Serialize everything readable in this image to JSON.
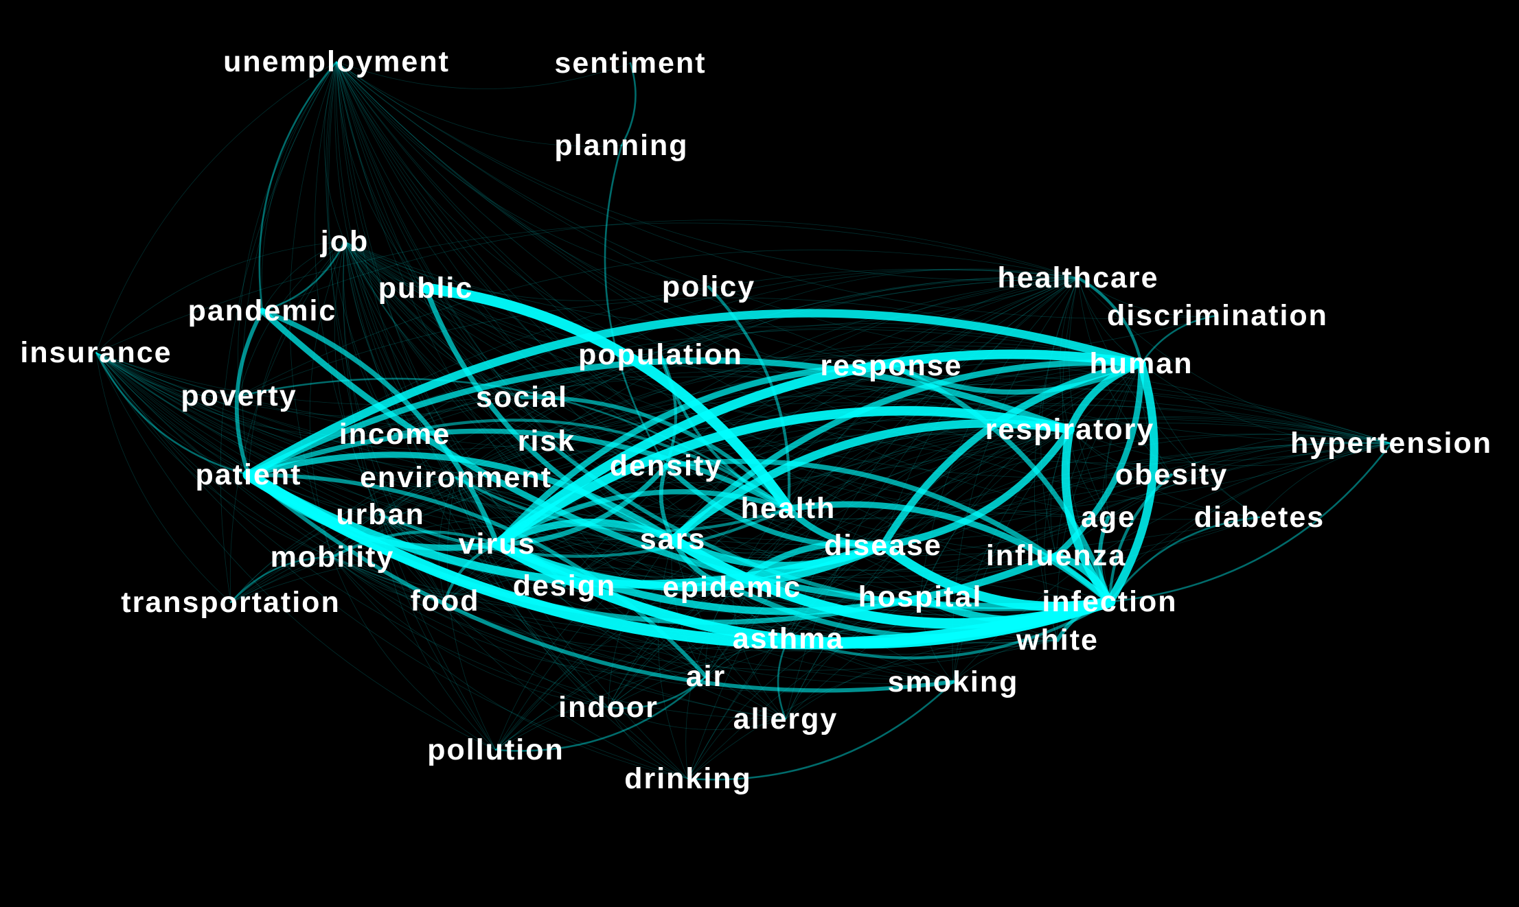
{
  "colors": {
    "background": "#000000",
    "edge": "#00ffff",
    "label": "#ffffff"
  },
  "network": {
    "nodes": [
      {
        "id": "unemployment",
        "label": "unemployment"
      },
      {
        "id": "sentiment",
        "label": "sentiment"
      },
      {
        "id": "planning",
        "label": "planning"
      },
      {
        "id": "job",
        "label": "job"
      },
      {
        "id": "public",
        "label": "public"
      },
      {
        "id": "policy",
        "label": "policy"
      },
      {
        "id": "healthcare",
        "label": "healthcare"
      },
      {
        "id": "pandemic",
        "label": "pandemic"
      },
      {
        "id": "discrimination",
        "label": "discrimination"
      },
      {
        "id": "insurance",
        "label": "insurance"
      },
      {
        "id": "population",
        "label": "population"
      },
      {
        "id": "response",
        "label": "response"
      },
      {
        "id": "human",
        "label": "human"
      },
      {
        "id": "poverty",
        "label": "poverty"
      },
      {
        "id": "social",
        "label": "social"
      },
      {
        "id": "respiratory",
        "label": "respiratory"
      },
      {
        "id": "income",
        "label": "income"
      },
      {
        "id": "risk",
        "label": "risk"
      },
      {
        "id": "hypertension",
        "label": "hypertension"
      },
      {
        "id": "density",
        "label": "density"
      },
      {
        "id": "patient",
        "label": "patient"
      },
      {
        "id": "environment",
        "label": "environment"
      },
      {
        "id": "obesity",
        "label": "obesity"
      },
      {
        "id": "health",
        "label": "health"
      },
      {
        "id": "urban",
        "label": "urban"
      },
      {
        "id": "age",
        "label": "age"
      },
      {
        "id": "diabetes",
        "label": "diabetes"
      },
      {
        "id": "sars",
        "label": "sars"
      },
      {
        "id": "virus",
        "label": "virus"
      },
      {
        "id": "disease",
        "label": "disease"
      },
      {
        "id": "mobility",
        "label": "mobility"
      },
      {
        "id": "influenza",
        "label": "influenza"
      },
      {
        "id": "design",
        "label": "design"
      },
      {
        "id": "epidemic",
        "label": "epidemic"
      },
      {
        "id": "transportation",
        "label": "transportation"
      },
      {
        "id": "food",
        "label": "food"
      },
      {
        "id": "hospital",
        "label": "hospital"
      },
      {
        "id": "infection",
        "label": "infection"
      },
      {
        "id": "asthma",
        "label": "asthma"
      },
      {
        "id": "white",
        "label": "white"
      },
      {
        "id": "air",
        "label": "air"
      },
      {
        "id": "smoking",
        "label": "smoking"
      },
      {
        "id": "indoor",
        "label": "indoor"
      },
      {
        "id": "allergy",
        "label": "allergy"
      },
      {
        "id": "pollution",
        "label": "pollution"
      },
      {
        "id": "drinking",
        "label": "drinking"
      }
    ],
    "edges": [
      {
        "source": "patient",
        "target": "infection",
        "weight": 10
      },
      {
        "source": "patient",
        "target": "human",
        "weight": 7
      },
      {
        "source": "patient",
        "target": "disease",
        "weight": 7
      },
      {
        "source": "patient",
        "target": "sars",
        "weight": 5
      },
      {
        "source": "patient",
        "target": "virus",
        "weight": 5
      },
      {
        "source": "patient",
        "target": "respiratory",
        "weight": 5
      },
      {
        "source": "patient",
        "target": "hospital",
        "weight": 4
      },
      {
        "source": "patient",
        "target": "health",
        "weight": 4
      },
      {
        "source": "pandemic",
        "target": "patient",
        "weight": 3
      },
      {
        "source": "pandemic",
        "target": "virus",
        "weight": 4
      },
      {
        "source": "pandemic",
        "target": "infection",
        "weight": 5
      },
      {
        "source": "public",
        "target": "health",
        "weight": 9
      },
      {
        "source": "public",
        "target": "sars",
        "weight": 4
      },
      {
        "source": "virus",
        "target": "human",
        "weight": 8
      },
      {
        "source": "virus",
        "target": "infection",
        "weight": 9
      },
      {
        "source": "virus",
        "target": "respiratory",
        "weight": 8
      },
      {
        "source": "virus",
        "target": "disease",
        "weight": 7
      },
      {
        "source": "virus",
        "target": "sars",
        "weight": 6
      },
      {
        "source": "virus",
        "target": "influenza",
        "weight": 6
      },
      {
        "source": "virus",
        "target": "response",
        "weight": 5
      },
      {
        "source": "virus",
        "target": "density",
        "weight": 4
      },
      {
        "source": "virus",
        "target": "health",
        "weight": 4
      },
      {
        "source": "sars",
        "target": "infection",
        "weight": 9
      },
      {
        "source": "sars",
        "target": "respiratory",
        "weight": 7
      },
      {
        "source": "sars",
        "target": "disease",
        "weight": 6
      },
      {
        "source": "sars",
        "target": "human",
        "weight": 5
      },
      {
        "source": "sars",
        "target": "epidemic",
        "weight": 4
      },
      {
        "source": "sars",
        "target": "density",
        "weight": 3
      },
      {
        "source": "disease",
        "target": "infection",
        "weight": 8
      },
      {
        "source": "disease",
        "target": "human",
        "weight": 6
      },
      {
        "source": "disease",
        "target": "respiratory",
        "weight": 6
      },
      {
        "source": "disease",
        "target": "health",
        "weight": 5
      },
      {
        "source": "disease",
        "target": "epidemic",
        "weight": 5
      },
      {
        "source": "human",
        "target": "infection",
        "weight": 7
      },
      {
        "source": "human",
        "target": "respiratory",
        "weight": 6
      },
      {
        "source": "human",
        "target": "influenza",
        "weight": 5
      },
      {
        "source": "response",
        "target": "human",
        "weight": 4
      },
      {
        "source": "response",
        "target": "infection",
        "weight": 4
      },
      {
        "source": "respiratory",
        "target": "infection",
        "weight": 7
      },
      {
        "source": "influenza",
        "target": "infection",
        "weight": 6
      },
      {
        "source": "hospital",
        "target": "infection",
        "weight": 6
      },
      {
        "source": "density",
        "target": "infection",
        "weight": 4
      },
      {
        "source": "density",
        "target": "disease",
        "weight": 4
      },
      {
        "source": "health",
        "target": "infection",
        "weight": 5
      },
      {
        "source": "epidemic",
        "target": "infection",
        "weight": 4
      },
      {
        "source": "white",
        "target": "infection",
        "weight": 3
      },
      {
        "source": "patient",
        "target": "smoking",
        "weight": 3
      },
      {
        "source": "patient",
        "target": "air",
        "weight": 3
      },
      {
        "source": "risk",
        "target": "infection",
        "weight": 3
      },
      {
        "source": "social",
        "target": "health",
        "weight": 3
      },
      {
        "source": "population",
        "target": "health",
        "weight": 2
      },
      {
        "source": "population",
        "target": "density",
        "weight": 2
      },
      {
        "source": "age",
        "target": "infection",
        "weight": 3
      },
      {
        "source": "mobility",
        "target": "virus",
        "weight": 2
      },
      {
        "source": "environment",
        "target": "health",
        "weight": 2
      },
      {
        "source": "income",
        "target": "health",
        "weight": 2
      },
      {
        "source": "obesity",
        "target": "infection",
        "weight": 2
      },
      {
        "source": "hypertension",
        "target": "infection",
        "weight": 1
      },
      {
        "source": "diabetes",
        "target": "infection",
        "weight": 1
      },
      {
        "source": "healthcare",
        "target": "human",
        "weight": 2
      },
      {
        "source": "discrimination",
        "target": "human",
        "weight": 1
      },
      {
        "source": "policy",
        "target": "health",
        "weight": 2
      },
      {
        "source": "design",
        "target": "virus",
        "weight": 2
      },
      {
        "source": "food",
        "target": "virus",
        "weight": 2
      },
      {
        "source": "urban",
        "target": "health",
        "weight": 2
      },
      {
        "source": "poverty",
        "target": "health",
        "weight": 1
      },
      {
        "source": "asthma",
        "target": "infection",
        "weight": 2
      },
      {
        "source": "air",
        "target": "pollution",
        "weight": 1
      },
      {
        "source": "indoor",
        "target": "air",
        "weight": 1
      },
      {
        "source": "allergy",
        "target": "asthma",
        "weight": 1
      },
      {
        "source": "drinking",
        "target": "smoking",
        "weight": 1
      },
      {
        "source": "transportation",
        "target": "mobility",
        "weight": 1
      },
      {
        "source": "insurance",
        "target": "patient",
        "weight": 1
      },
      {
        "source": "job",
        "target": "pandemic",
        "weight": 1
      },
      {
        "source": "unemployment",
        "target": "pandemic",
        "weight": 1
      },
      {
        "source": "sentiment",
        "target": "planning",
        "weight": 1
      },
      {
        "source": "planning",
        "target": "density",
        "weight": 1
      }
    ]
  }
}
